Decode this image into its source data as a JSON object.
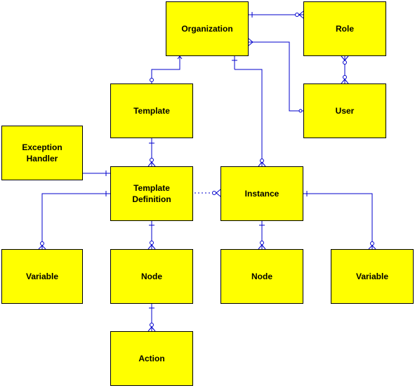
{
  "entities": {
    "organization": "Organization",
    "role": "Role",
    "template": "Template",
    "user": "User",
    "exception_handler": "Exception\nHandler",
    "template_definition": "Template\nDefinition",
    "instance": "Instance",
    "variable_left": "Variable",
    "node_left": "Node",
    "node_right": "Node",
    "variable_right": "Variable",
    "action": "Action"
  },
  "colors": {
    "entity_fill": "#ffff00",
    "entity_border": "#000000",
    "line": "#0000cc"
  }
}
